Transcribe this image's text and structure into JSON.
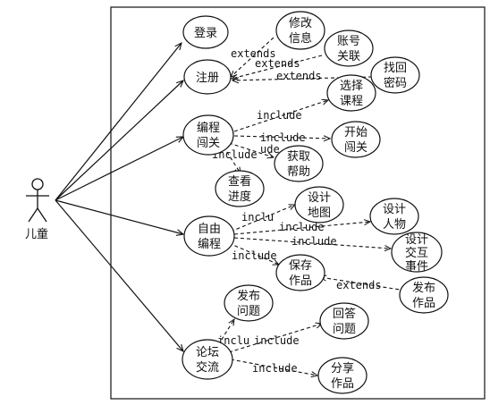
{
  "actor": {
    "name": "儿童"
  },
  "use_cases": {
    "login": [
      "登录"
    ],
    "register": [
      "注册"
    ],
    "edit_info": [
      "修改",
      "信息"
    ],
    "account_link": [
      "账号",
      "关联"
    ],
    "find_password": [
      "找回",
      "密码"
    ],
    "level": [
      "编程",
      "闯关"
    ],
    "choose_course": [
      "选择",
      "课程"
    ],
    "start_level": [
      "开始",
      "闯关"
    ],
    "get_help": [
      "获取",
      "帮助"
    ],
    "view_progress": [
      "查看",
      "进度"
    ],
    "free_program": [
      "自由",
      "编程"
    ],
    "design_map": [
      "设计",
      "地图"
    ],
    "design_character": [
      "设计",
      "人物"
    ],
    "design_interaction": [
      "设计",
      "交互",
      "事件"
    ],
    "save_work": [
      "保存",
      "作品"
    ],
    "publish_work": [
      "发布",
      "作品"
    ],
    "forum": [
      "论坛",
      "交流"
    ],
    "post_question": [
      "发布",
      "问题"
    ],
    "answer_question": [
      "回答",
      "问题"
    ],
    "share_work": [
      "分享",
      "作品"
    ]
  },
  "relation_labels": {
    "extends": "extends",
    "include": "include",
    "inclu": "inclu",
    "include_cut": "includ",
    "ude": "ude",
    "inclu_dash": "inclu"
  }
}
